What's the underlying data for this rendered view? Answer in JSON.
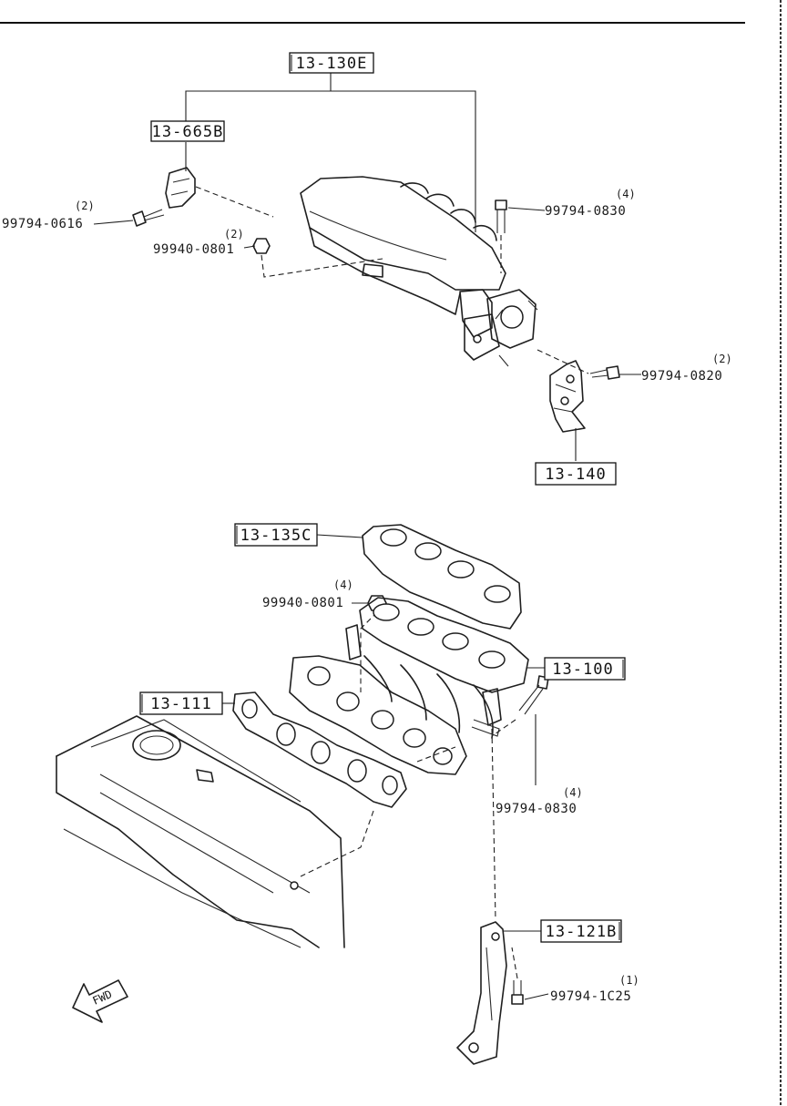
{
  "refs": {
    "r1": "13-130E",
    "r2": "13-665B",
    "r3": "13-140",
    "r4": "13-135C",
    "r5": "13-100",
    "r6": "13-111",
    "r7": "13-121B"
  },
  "parts": {
    "p1": {
      "number": "99794-0616",
      "qty": "(2)"
    },
    "p2": {
      "number": "99940-0801",
      "qty": "(2)"
    },
    "p3": {
      "number": "99794-0830",
      "qty": "(4)"
    },
    "p4": {
      "number": "99794-0820",
      "qty": "(2)"
    },
    "p5": {
      "number": "99940-0801",
      "qty": "(4)"
    },
    "p6": {
      "number": "99794-0830",
      "qty": "(4)"
    },
    "p7": {
      "number": "99794-1C25",
      "qty": "(1)"
    }
  },
  "fwd": "FWD"
}
